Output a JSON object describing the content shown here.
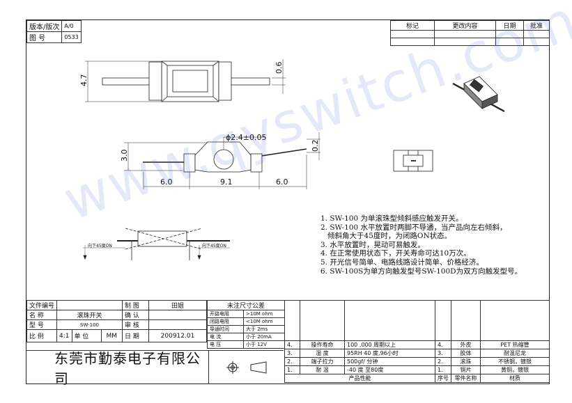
{
  "title_block": {
    "version_label": "版本/版次",
    "version_value": "A/0",
    "drawing_no_label": "图 号",
    "drawing_no_value": "0533"
  },
  "revision_table": {
    "headers": [
      "标记",
      "更改内容",
      "日期",
      "批准"
    ]
  },
  "dimensions": {
    "width_4_7": "4.7",
    "thickness_0_6": "0.6",
    "height_3_0": "3.0",
    "diameter": "ϕ2.4±0.05",
    "lead_0_2": "0.2",
    "seg1": "6.0",
    "seg2": "9.1",
    "seg3": "6.0",
    "tilt_left": "向下45度ON",
    "tilt_right": "向下45度ON"
  },
  "notes": [
    "1. SW-100 为单滚珠型倾斜感应触发开关。",
    "2. SW-100 水平放置时两脚不导通，当产品向左右倾斜，",
    "   倾斜角大于45度时，为闭路ON状态。",
    "3. 水平放置时，晃动可易触发。",
    "4. 在正常使用状态下，开关寿命可达10万次。",
    "5. 开光信号简单、电路线路设计简单、价格经济。",
    "6. SW-100S为单方向触发型号SW-100D为双方向触发型号。"
  ],
  "info_block": {
    "rows": [
      {
        "label": "文件编号",
        "value": "",
        "k2": "制 图",
        "v2": "田姐"
      },
      {
        "label": "名 称",
        "value": "滚珠开关",
        "k2": "确 认",
        "v2": ""
      },
      {
        "label": "型 号",
        "value": "SW-100",
        "k2": "审 核",
        "v2": ""
      }
    ],
    "scale_label": "比 例",
    "scale_value": "4:1",
    "unit_label": "单 位",
    "unit_value": "MM",
    "date_label": "日 期",
    "date_value": "200912.01",
    "company": "东莞市勤泰电子有限公司"
  },
  "electrical": {
    "header": "未注尺寸公差",
    "rows": [
      {
        "k": "开路电阻",
        "v": ">10M ohm"
      },
      {
        "k": "闭路电阻",
        "v": "<10M ohm"
      },
      {
        "k": "导通时间",
        "v": "大于 2ms"
      },
      {
        "k": "电    流",
        "v": "小于 20mA"
      },
      {
        "k": "电    压",
        "v": "小于 12V"
      }
    ]
  },
  "performance": {
    "rows": [
      {
        "n": "4.",
        "k": "操作寿命",
        "v": "100 ,000 周期以上"
      },
      {
        "n": "3.",
        "k": "湿    度",
        "v": "95RH  40 度,96小时"
      },
      {
        "n": "2.",
        "k": "端子拉力",
        "v": "500gf/  分钟"
      },
      {
        "n": "1.",
        "k": "耐    温",
        "v": "-40 度 至80度"
      }
    ],
    "footer": "产品性能"
  },
  "parts": {
    "rows": [
      {
        "n": "4.",
        "k": "外皮",
        "v": "PET 热缩管"
      },
      {
        "n": "3.",
        "k": "胶体",
        "v": "耐温尼龙"
      },
      {
        "n": "2.",
        "k": "滚珠",
        "v": "不锈钢，镀银"
      },
      {
        "n": "1.",
        "k": "铜片",
        "v": "黄铜，镀银"
      }
    ],
    "headers": [
      "序号",
      "零件名称",
      "材质"
    ]
  },
  "watermark": "www.qyswitch.com"
}
